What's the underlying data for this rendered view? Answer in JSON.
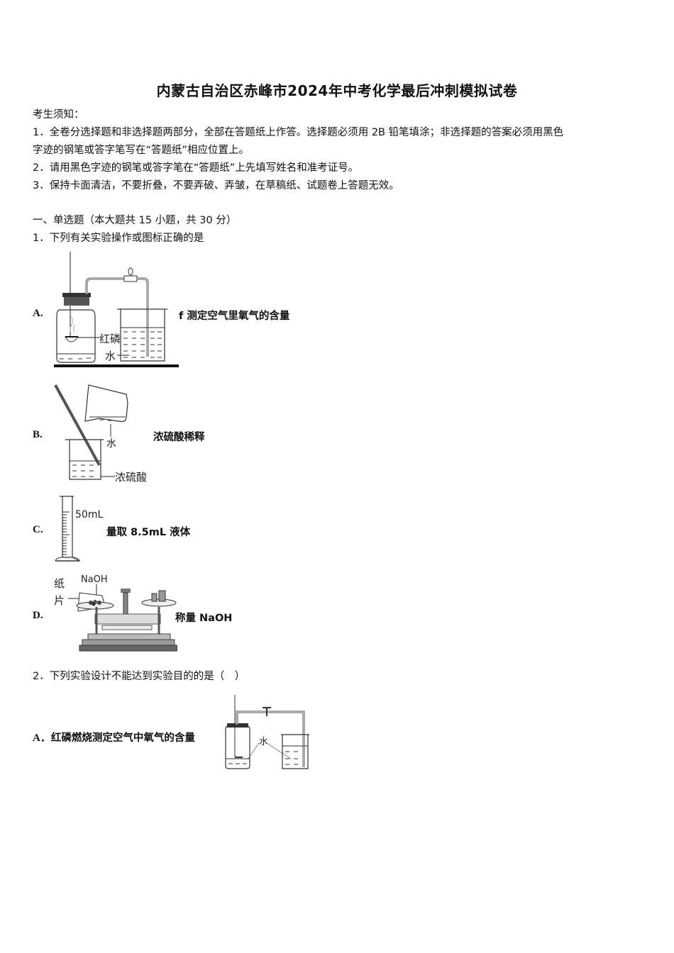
{
  "title": "内蒙古自治区赤峰市2024年中考化学最后冲刺模拟试卷",
  "notice": {
    "heading": "考生须知：",
    "items": [
      "1．全卷分选择题和非选择题两部分，全部在答题纸上作答。选择题必须用 2B 铅笔填涂；非选择题的答案必须用黑色",
      "字迹的钢笔或答字笔写在“答题纸”相应位置上。",
      "2．请用黑色字迹的钢笔或答字笔在“答题纸”上先填写姓名和准考证号。",
      "3．保持卡面清洁，不要折叠，不要弄破、弄皱，在草稿纸、试题卷上答题无效。"
    ]
  },
  "section": {
    "heading": "一、单选题（本大题共 15 小题，共 30 分）"
  },
  "questions": [
    {
      "stem": "1．下列有关实验操作或图标正确的是",
      "options": [
        {
          "label": "A.",
          "caption": "f 测定空气里氧气的含量",
          "figure_labels": [
            "红磷",
            "水"
          ]
        },
        {
          "label": "B.",
          "caption": "浓硫酸稀释",
          "figure_labels": [
            "水",
            "浓硫酸"
          ]
        },
        {
          "label": "C.",
          "caption": "量取 8.5mL 液体",
          "figure_labels": [
            "50mL"
          ]
        },
        {
          "label": "D.",
          "caption": "称量 NaOH",
          "figure_labels": [
            "纸",
            "片",
            "NaOH"
          ]
        }
      ]
    },
    {
      "stem": "2．下列实验设计不能达到实验目的的是（　）",
      "options": [
        {
          "label": "A．",
          "caption": "红磷燃烧测定空气中氧气的含量",
          "figure_labels": [
            "水"
          ]
        }
      ]
    }
  ]
}
